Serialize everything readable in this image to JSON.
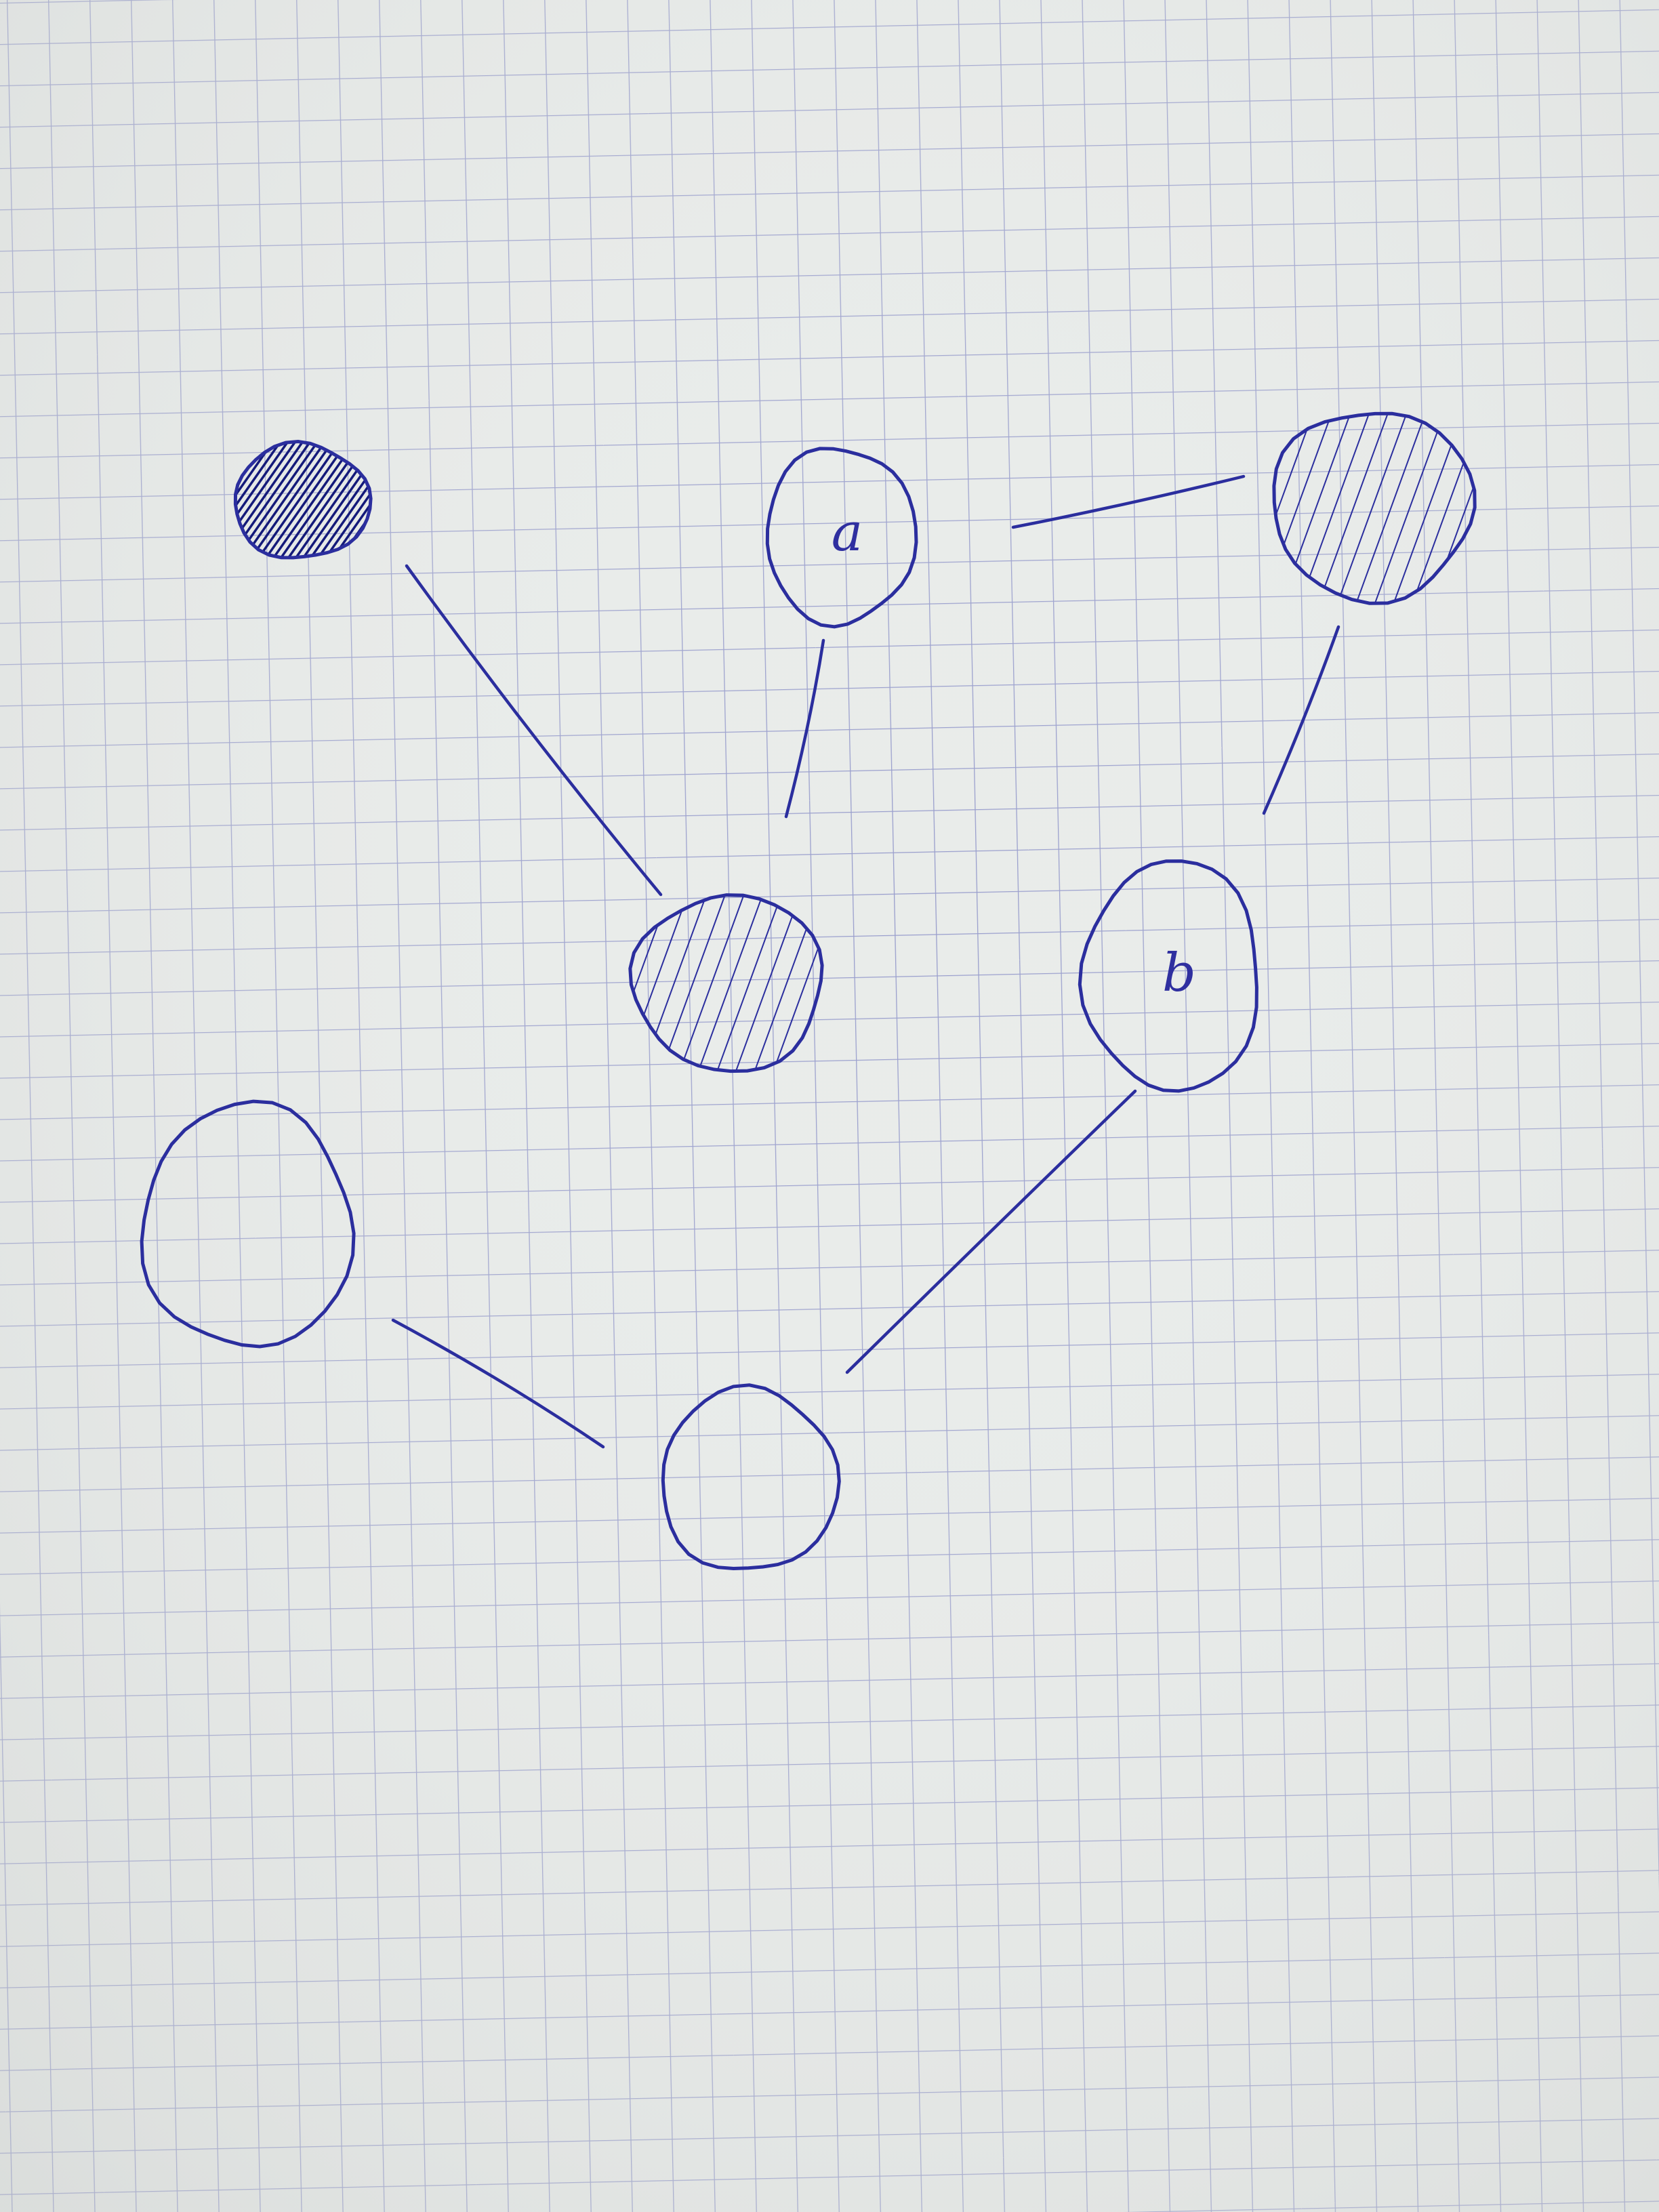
{
  "diagram": {
    "ink_color": "#2b2e9e",
    "grid_color": "#8f95c9",
    "paper_color": "#e9ecea",
    "nodes": [
      {
        "id": "n-top-left",
        "fill": "solid",
        "label": ""
      },
      {
        "id": "n-a",
        "fill": "empty",
        "label": "a"
      },
      {
        "id": "n-top-right",
        "fill": "hatched",
        "label": ""
      },
      {
        "id": "n-center",
        "fill": "hatched",
        "label": ""
      },
      {
        "id": "n-b",
        "fill": "empty",
        "label": "b"
      },
      {
        "id": "n-left",
        "fill": "empty",
        "label": ""
      },
      {
        "id": "n-bottom",
        "fill": "empty",
        "label": ""
      }
    ],
    "edges": [
      {
        "from": "n-top-left",
        "to": "n-center"
      },
      {
        "from": "n-a",
        "to": "n-center"
      },
      {
        "from": "n-a",
        "to": "n-top-right"
      },
      {
        "from": "n-top-right",
        "to": "n-b"
      },
      {
        "from": "n-b",
        "to": "n-bottom"
      },
      {
        "from": "n-left",
        "to": "n-bottom"
      }
    ]
  }
}
